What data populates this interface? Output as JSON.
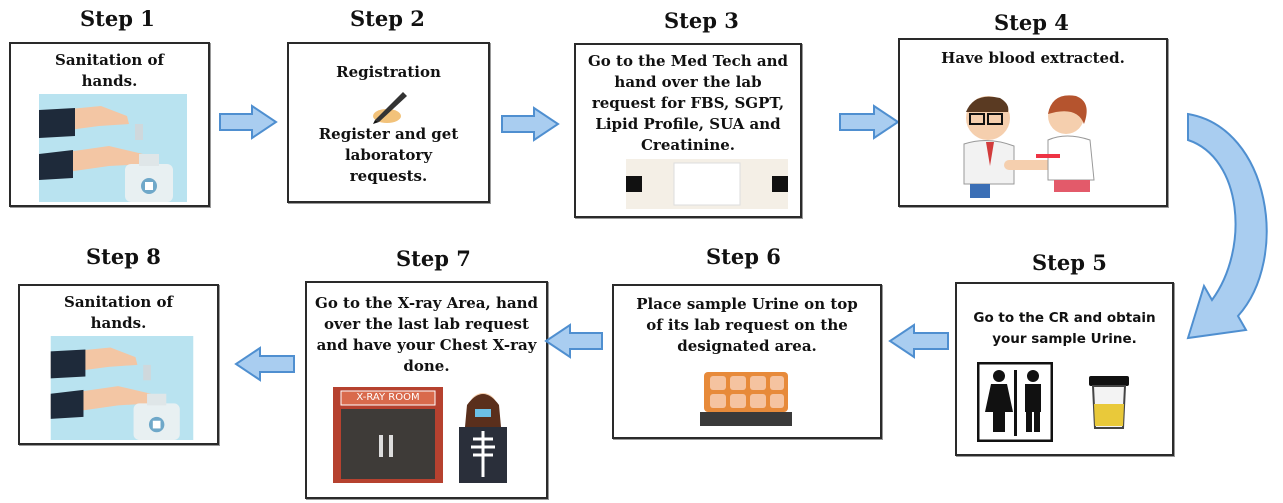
{
  "steps": [
    {
      "title": "Step 1",
      "text": "Sanitation of hands."
    },
    {
      "title": "Step 2",
      "heading": "Registration",
      "text": "Register and get laboratory requests."
    },
    {
      "title": "Step 3",
      "text": "Go to the Med Tech and hand over the lab request for FBS, SGPT, Lipid Profile, SUA and Creatinine."
    },
    {
      "title": "Step 4",
      "text": "Have blood extracted."
    },
    {
      "title": "Step 5",
      "text": "Go to the CR and obtain your sample Urine."
    },
    {
      "title": "Step 6",
      "text": "Place sample Urine on top of its lab request on the designated area."
    },
    {
      "title": "Step 7",
      "text": "Go to the X-ray Area, hand over the last lab request and have your Chest X-ray done.",
      "sign": "X-RAY ROOM"
    },
    {
      "title": "Step 8",
      "text": "Sanitation of hands."
    }
  ],
  "colors": {
    "arrow_fill": "#a9cdf0",
    "arrow_stroke": "#4f8fd0",
    "border": "#2a2a2a"
  },
  "icons": [
    "hand-sanitizer-icon",
    "pen-writing-icon",
    "lab-request-paper-icon",
    "blood-extraction-icon",
    "restroom-sign-icon",
    "urine-cup-icon",
    "sample-tray-icon",
    "xray-room-icon"
  ]
}
